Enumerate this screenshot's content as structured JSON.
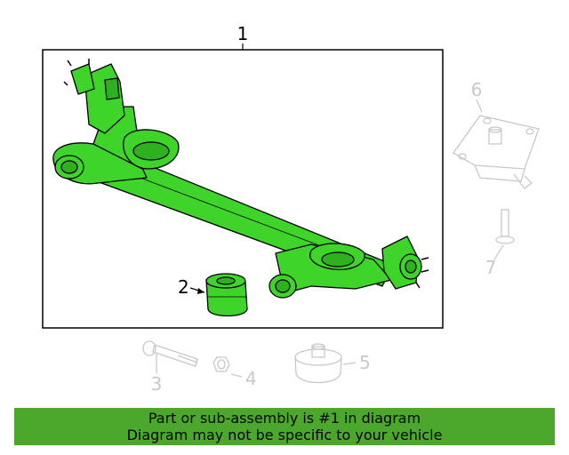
{
  "callouts": {
    "c1": "1",
    "c2": "2",
    "c3": "3",
    "c4": "4",
    "c5": "5",
    "c6": "6",
    "c7": "7"
  },
  "colors": {
    "highlight": "#3fd42a",
    "ghost": "#c8c8c8",
    "banner": "#4ca82c"
  },
  "banner": {
    "line1": "Part or sub-assembly is #1 in diagram",
    "line2": "Diagram may not be specific to your vehicle"
  }
}
